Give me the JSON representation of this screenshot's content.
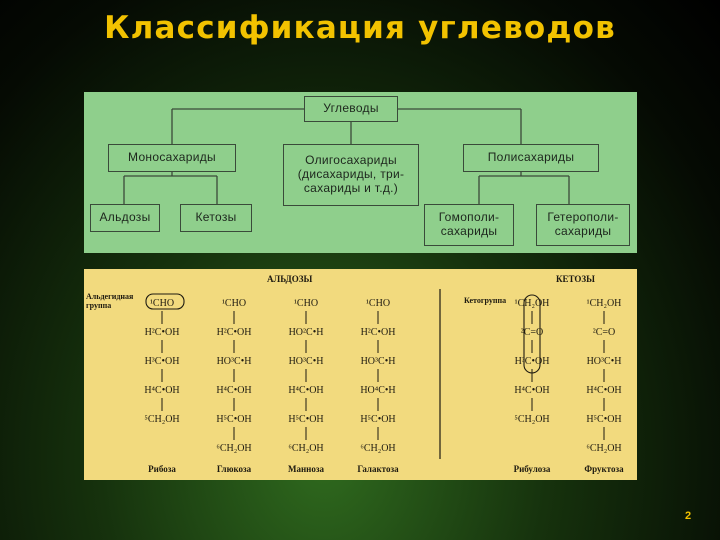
{
  "title": "Классификация углеводов",
  "page_number": "2",
  "tree": {
    "root": "Углеводы",
    "mono": "Моносахариды",
    "oligo": [
      "Олигосахариды",
      "(дисахариды, три-",
      "сахариды и т.д.)"
    ],
    "poly": "Полисахариды",
    "aldoses": "Альдозы",
    "ketoses": "Кетозы",
    "homo": [
      "Гомополи-",
      "сахариды"
    ],
    "hetero": [
      "Гетерополи-",
      "сахариды"
    ]
  },
  "structures": {
    "aldoses_header": "АЛЬДОЗЫ",
    "ketoses_header": "КЕТОЗЫ",
    "aldehyde_group_label": [
      "Альдегидная",
      "группа"
    ],
    "keto_group_label": "Кетогруппа",
    "names": [
      "Рибоза",
      "Глюкоза",
      "Манноза",
      "Галактоза",
      "Рибулоза",
      "Фруктоза"
    ],
    "ribose": [
      "¹CHO",
      "H²C•OH",
      "H³C•OH",
      "H⁴C•OH",
      "⁵CH₂OH"
    ],
    "glucose": [
      "¹CHO",
      "H²C•OH",
      "HO³C•H",
      "H⁴C•OH",
      "H⁵C•OH",
      "⁶CH₂OH"
    ],
    "mannose": [
      "¹CHO",
      "HO²C•H",
      "HO³C•H",
      "H⁴C•OH",
      "H⁵C•OH",
      "⁶CH₂OH"
    ],
    "galactose": [
      "¹CHO",
      "H²C•OH",
      "HO³C•H",
      "HO⁴C•H",
      "H⁵C•OH",
      "⁶CH₂OH"
    ],
    "ribulose": [
      "¹CH₂OH",
      "²C=O",
      "H³C•OH",
      "H⁴C•OH",
      "⁵CH₂OH"
    ],
    "fructose": [
      "¹CH₂OH",
      "²C=O",
      "HO³C•H",
      "H⁴C•OH",
      "H⁵C•OH",
      "⁶CH₂OH"
    ]
  }
}
